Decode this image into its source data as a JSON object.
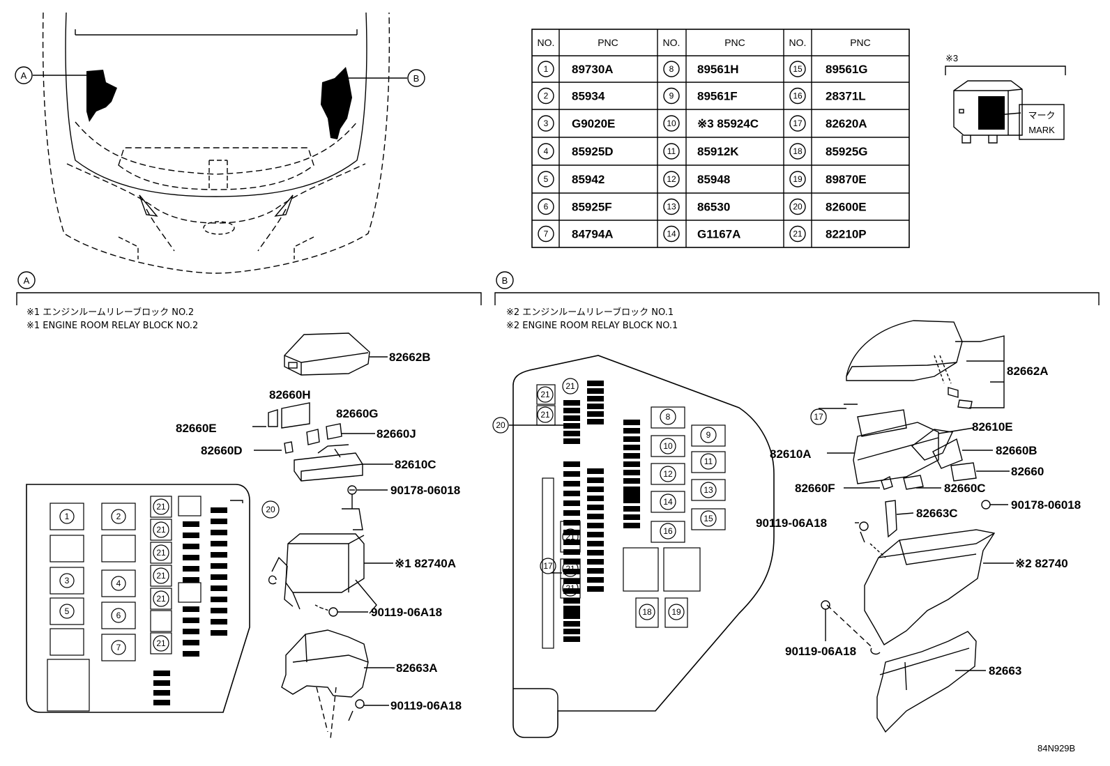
{
  "diagram_code": "84N929B",
  "callout_A": "A",
  "callout_B": "B",
  "table": {
    "headers": [
      "NO.",
      "PNC",
      "NO.",
      "PNC",
      "NO.",
      "PNC"
    ],
    "rows": [
      [
        {
          "no": "1",
          "pnc": "89730A"
        },
        {
          "no": "8",
          "pnc": "89561H"
        },
        {
          "no": "15",
          "pnc": "89561G"
        }
      ],
      [
        {
          "no": "2",
          "pnc": "85934"
        },
        {
          "no": "9",
          "pnc": "89561F"
        },
        {
          "no": "16",
          "pnc": "28371L"
        }
      ],
      [
        {
          "no": "3",
          "pnc": "G9020E"
        },
        {
          "no": "10",
          "pnc": "※3 85924C"
        },
        {
          "no": "17",
          "pnc": "82620A"
        }
      ],
      [
        {
          "no": "4",
          "pnc": "85925D"
        },
        {
          "no": "11",
          "pnc": "85912K"
        },
        {
          "no": "18",
          "pnc": "85925G"
        }
      ],
      [
        {
          "no": "5",
          "pnc": "85942"
        },
        {
          "no": "12",
          "pnc": "85948"
        },
        {
          "no": "19",
          "pnc": "89870E"
        }
      ],
      [
        {
          "no": "6",
          "pnc": "85925F"
        },
        {
          "no": "13",
          "pnc": "86530"
        },
        {
          "no": "20",
          "pnc": "82600E"
        }
      ],
      [
        {
          "no": "7",
          "pnc": "84794A"
        },
        {
          "no": "14",
          "pnc": "G1167A"
        },
        {
          "no": "21",
          "pnc": "82210P"
        }
      ]
    ]
  },
  "relay_note": {
    "tag": "※3",
    "mark_jp": "マーク",
    "mark_en": "MARK"
  },
  "section_A": {
    "title_jp": "※1 エンジンルームリレーブロック NO.2",
    "title_en": "※1 ENGINE ROOM RELAY BLOCK NO.2",
    "parts": [
      "82662B",
      "82660H",
      "82660G",
      "82660E",
      "82660J",
      "82660D",
      "82610C",
      "90178-06018",
      "※1 82740A",
      "90119-06A18",
      "82663A",
      "90119-06A18"
    ],
    "panel_nums": [
      "1",
      "2",
      "3",
      "4",
      "5",
      "6",
      "7",
      "21",
      "21",
      "21",
      "21",
      "21",
      "21",
      "20"
    ]
  },
  "section_B": {
    "title_jp": "※2 エンジンルームリレーブロック NO.1",
    "title_en": "※2 ENGINE ROOM RELAY BLOCK NO.1",
    "parts": [
      "82662A",
      "17",
      "82610E",
      "82610A",
      "82660B",
      "82660",
      "82660F",
      "82660C",
      "90119-06A18",
      "82663C",
      "90178-06018",
      "※2 82740",
      "90119-06A18",
      "82663"
    ],
    "panel_nums": [
      "21",
      "21",
      "21",
      "20",
      "8",
      "9",
      "10",
      "11",
      "12",
      "13",
      "14",
      "15",
      "16",
      "17",
      "21",
      "21",
      "21",
      "18",
      "19"
    ]
  }
}
